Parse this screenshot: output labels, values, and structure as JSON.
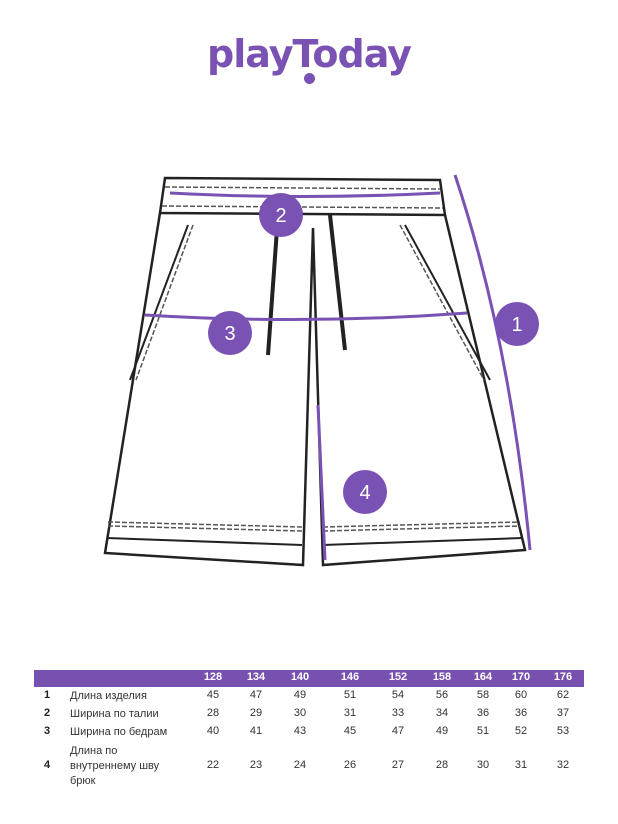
{
  "brand": {
    "logo_text": "playToday",
    "accent": "#7851b0"
  },
  "markers": [
    "1",
    "2",
    "3",
    "4"
  ],
  "table": {
    "sizes": [
      "128",
      "134",
      "140",
      "146",
      "152",
      "158",
      "164",
      "170",
      "176"
    ],
    "rows": [
      {
        "num": "1",
        "label": "Длина изделия",
        "values": [
          "45",
          "47",
          "49",
          "51",
          "54",
          "56",
          "58",
          "60",
          "62"
        ]
      },
      {
        "num": "2",
        "label": "Ширина по талии",
        "values": [
          "28",
          "29",
          "30",
          "31",
          "33",
          "34",
          "36",
          "36",
          "37"
        ]
      },
      {
        "num": "3",
        "label": "Ширина по бедрам",
        "values": [
          "40",
          "41",
          "43",
          "45",
          "47",
          "49",
          "51",
          "52",
          "53"
        ]
      },
      {
        "num": "4",
        "label": "Длина по внутреннему шву брюк",
        "values": [
          "22",
          "23",
          "24",
          "26",
          "27",
          "28",
          "30",
          "31",
          "32"
        ]
      }
    ]
  }
}
